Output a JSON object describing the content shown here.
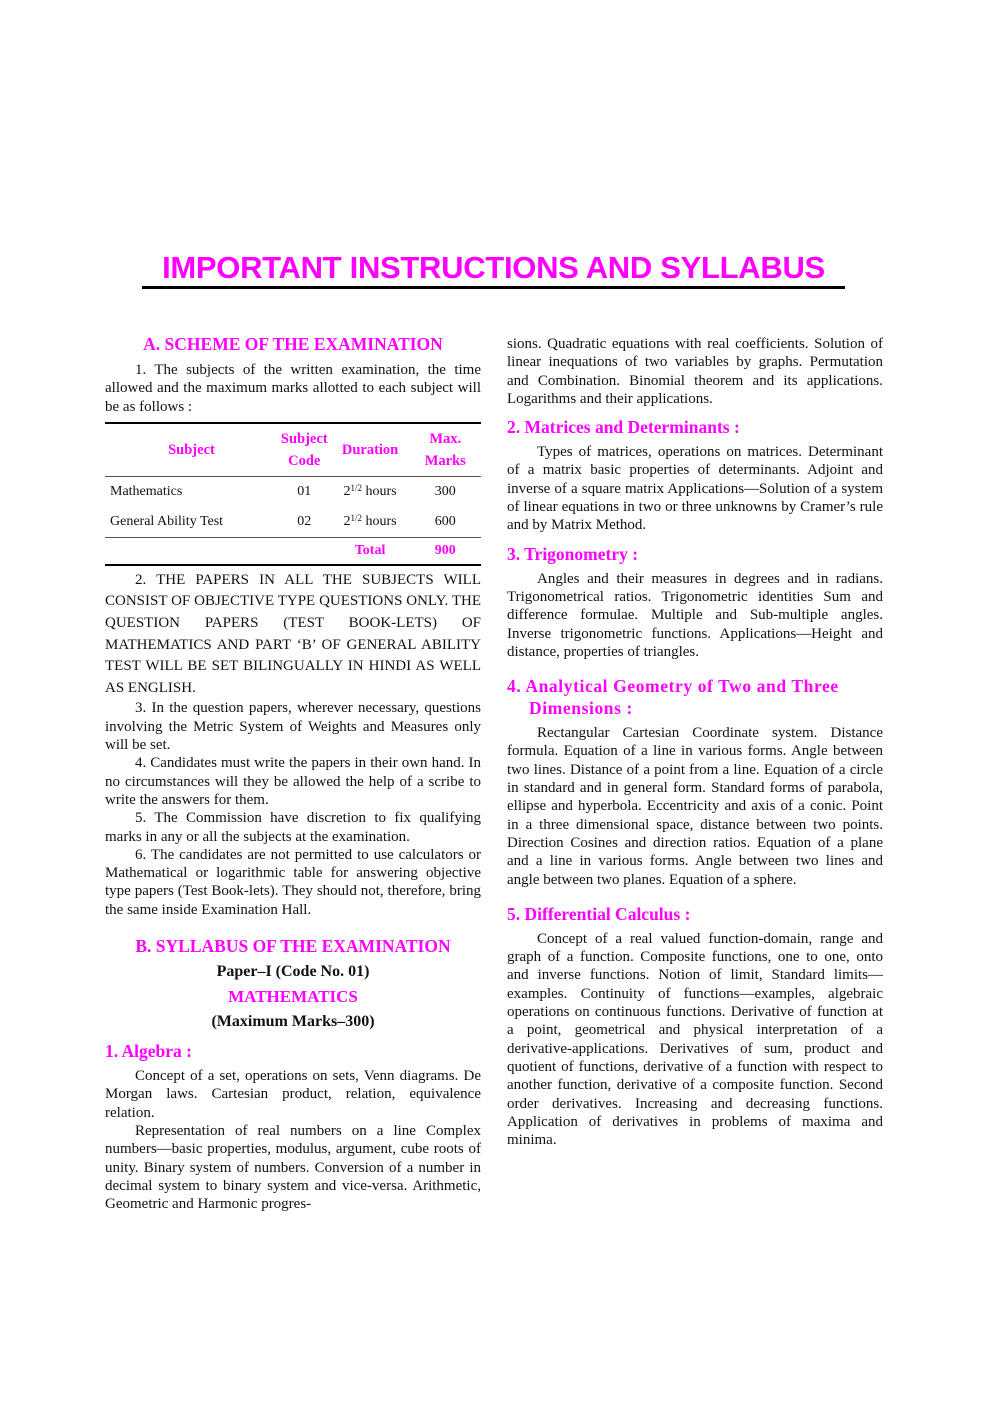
{
  "title": "IMPORTANT INSTRUCTIONS AND SYLLABUS",
  "colors": {
    "accent": "#ff00ff",
    "text": "#111111"
  },
  "left": {
    "scheme_heading": "A. SCHEME OF THE EXAMINATION",
    "scheme_intro": "1. The subjects of the written examination, the time allowed and the maximum marks allotted to each subject will be as follows :",
    "table": {
      "headers": [
        "Subject",
        "Subject Code",
        "Duration",
        "Max. Marks"
      ],
      "rows": [
        {
          "subject": "Mathematics",
          "code": "01",
          "duration_whole": "2",
          "duration_frac": "1/2",
          "duration_unit": "hours",
          "marks": "300"
        },
        {
          "subject": "General Ability Test",
          "code": "02",
          "duration_whole": "2",
          "duration_frac": "1/2",
          "duration_unit": "hours",
          "marks": "600"
        }
      ],
      "total_label": "Total",
      "total_value": "900"
    },
    "paras": [
      "2. THE PAPERS IN ALL THE SUBJECTS WILL CONSIST OF OBJECTIVE TYPE QUESTIONS ONLY. THE QUESTION PAPERS (TEST BOOK-LETS) OF MATHEMATICS AND PART ‘B’ OF GENERAL ABILITY TEST WILL BE SET BILINGUALLY IN HINDI AS WELL AS ENGLISH.",
      "3. In the question papers, wherever necessary, questions involving the Metric System of Weights and Measures only will be set.",
      "4. Candidates must write the papers in their own hand. In no circumstances will they be allowed the help of a scribe to write the answers for them.",
      "5. The Commission have discretion to fix qualifying marks in any or all the subjects at the examination.",
      "6. The candidates are not permitted to use calculators or Mathematical or logarithmic table for answering objective type papers (Test Book-lets). They should not, therefore, bring the same inside Examination Hall."
    ],
    "syllabus_heading": "B. SYLLABUS OF THE EXAMINATION",
    "paper": "Paper–I (Code No. 01)",
    "subject": "MATHEMATICS",
    "max_marks": "(Maximum Marks–300)",
    "algebra_heading": "1. Algebra :",
    "algebra_paras": [
      "Concept of a set, operations on sets, Venn diagrams. De Morgan laws. Cartesian product, relation, equivalence relation.",
      "Representation of real numbers on a line Complex numbers—basic properties, modulus, argument, cube roots of unity. Binary system of numbers. Conversion of a number in decimal system to binary system and vice-versa. Arithmetic, Geometric and Harmonic progres-"
    ]
  },
  "right": {
    "algebra_cont": "sions. Quadratic equations with real coefficients. Solution of linear inequations of two variables by graphs. Permutation and Combination. Binomial theorem and its applications. Logarithms and their applications.",
    "sections": [
      {
        "heading": "2. Matrices and Determinants :",
        "text": "Types of matrices, operations on matrices. Determinant of a matrix basic properties of determinants. Adjoint and inverse of a square matrix Applications—Solution of a system of linear equations in two or three unknowns by Cramer’s rule and by Matrix Method."
      },
      {
        "heading": "3. Trigonometry :",
        "text": "Angles and their measures in degrees and in radians. Trigonometrical ratios. Trigonometric identities Sum and difference formulae. Multiple and Sub-multiple angles. Inverse trigonometric functions. Applications—Height and distance, properties of triangles."
      },
      {
        "heading": "4. Analytical Geometry of Two and Three Dimensions :",
        "text": "Rectangular Cartesian Coordinate system. Distance formula. Equation of a line in various forms. Angle between two lines. Distance of a point from a line. Equation of a circle in standard and in general form. Standard forms of parabola, ellipse and hyperbola. Eccentricity and axis of a conic. Point in a three dimensional space, distance between two points. Direction Cosines and direction ratios. Equation of a plane and a line in various forms. Angle between two lines and angle between two planes. Equation of a sphere."
      },
      {
        "heading": "5. Differential Calculus :",
        "text": "Concept of a real valued function-domain, range and graph of a function. Composite functions, one to one, onto and inverse functions. Notion of limit, Standard limits—examples. Continuity of functions—examples, algebraic operations on continuous functions. Derivative of function at a point, geometrical and physical interpretation of a derivative-applications. Derivatives of sum, product and quotient of functions, derivative of a function with respect to another function, derivative of a composite function. Second order derivatives. Increasing and decreasing functions. Application of derivatives in problems of maxima and minima."
      }
    ]
  }
}
